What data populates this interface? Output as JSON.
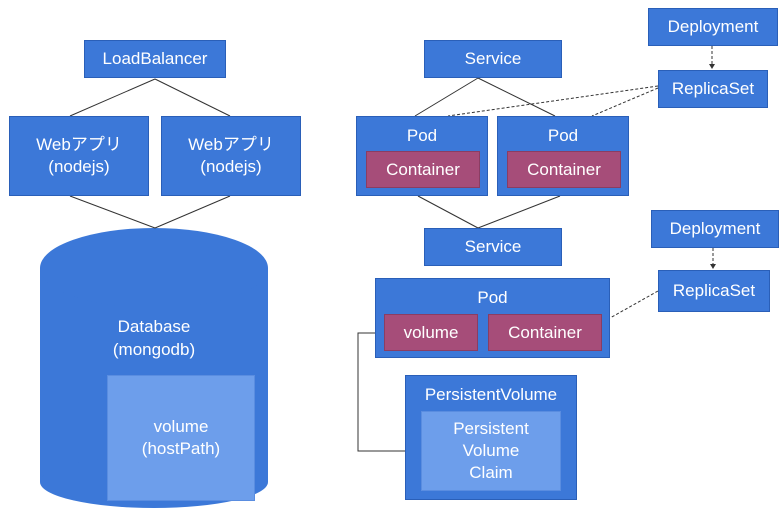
{
  "colors": {
    "box_blue": "#3c78d8",
    "container_magenta": "#a64d79",
    "light_blue": "#6d9eeb",
    "line": "#333333"
  },
  "left": {
    "load_balancer": "LoadBalancer",
    "web_app_1": [
      "Webアプリ",
      "(nodejs)"
    ],
    "web_app_2": [
      "Webアプリ",
      "(nodejs)"
    ],
    "database": [
      "Database",
      "(mongodb)"
    ],
    "volume": [
      "volume",
      "(hostPath)"
    ]
  },
  "right": {
    "service_top": "Service",
    "pod_1": {
      "label": "Pod",
      "container": "Container"
    },
    "pod_2": {
      "label": "Pod",
      "container": "Container"
    },
    "deployment_1": "Deployment",
    "replicaset_1": "ReplicaSet",
    "service_mid": "Service",
    "pod_db": {
      "label": "Pod",
      "volume": "volume",
      "container": "Container"
    },
    "deployment_2": "Deployment",
    "replicaset_2": "ReplicaSet",
    "persistent_volume": "PersistentVolume",
    "pvc": [
      "Persistent",
      "Volume",
      "Claim"
    ]
  }
}
